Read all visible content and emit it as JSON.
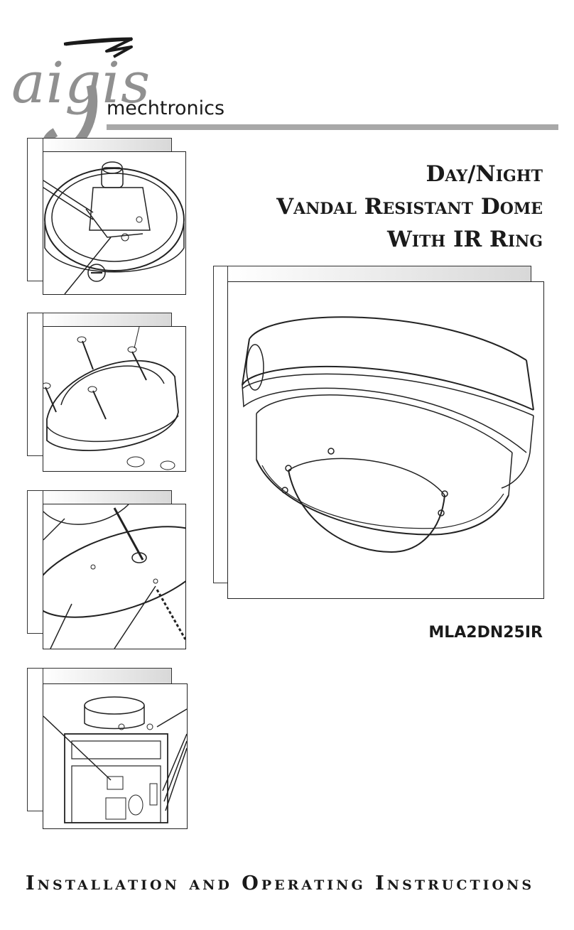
{
  "logo": {
    "brand": "aigis",
    "sub": "mechtronics"
  },
  "title": {
    "line1": "Day/Night",
    "line2": "Vandal Resistant Dome",
    "line3": "With IR Ring"
  },
  "model": "MLA2DN25IR",
  "footer": "Installation and Operating Instructions",
  "colors": {
    "logo_gray": "#909090",
    "rule_gray": "#a8a8a8",
    "text": "#1a1a1a"
  }
}
